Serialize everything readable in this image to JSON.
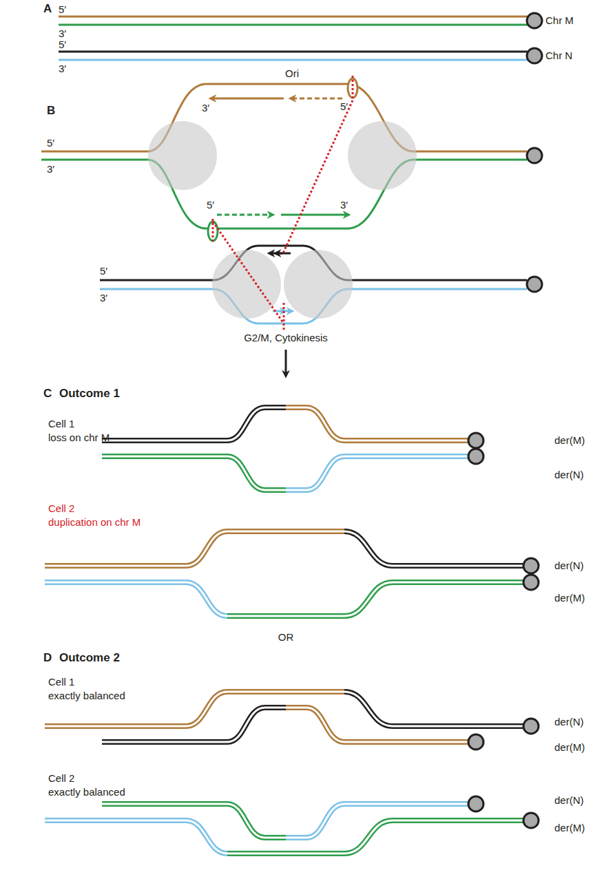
{
  "diagram": {
    "labels": [
      "A",
      "5′",
      "3′",
      "Chr M",
      "5′",
      "3′",
      "Chr N",
      "B",
      "Ori",
      "3′",
      "5′",
      "5′",
      "3′",
      "5′",
      "3′",
      "5′",
      "3′",
      "G2/M, Cytokinesis",
      "C",
      "Outcome 1",
      "Cell 1",
      "loss on chr M",
      "der(M)",
      "der(N)",
      "Cell 2",
      "duplication on chr M",
      "der(N)",
      "der(M)",
      "OR",
      "D",
      "Outcome 2",
      "Cell 1",
      "exactly balanced",
      "der(N)",
      "der(M)",
      "Cell 2",
      "exactly balanced",
      "der(N)",
      "der(M)"
    ]
  }
}
